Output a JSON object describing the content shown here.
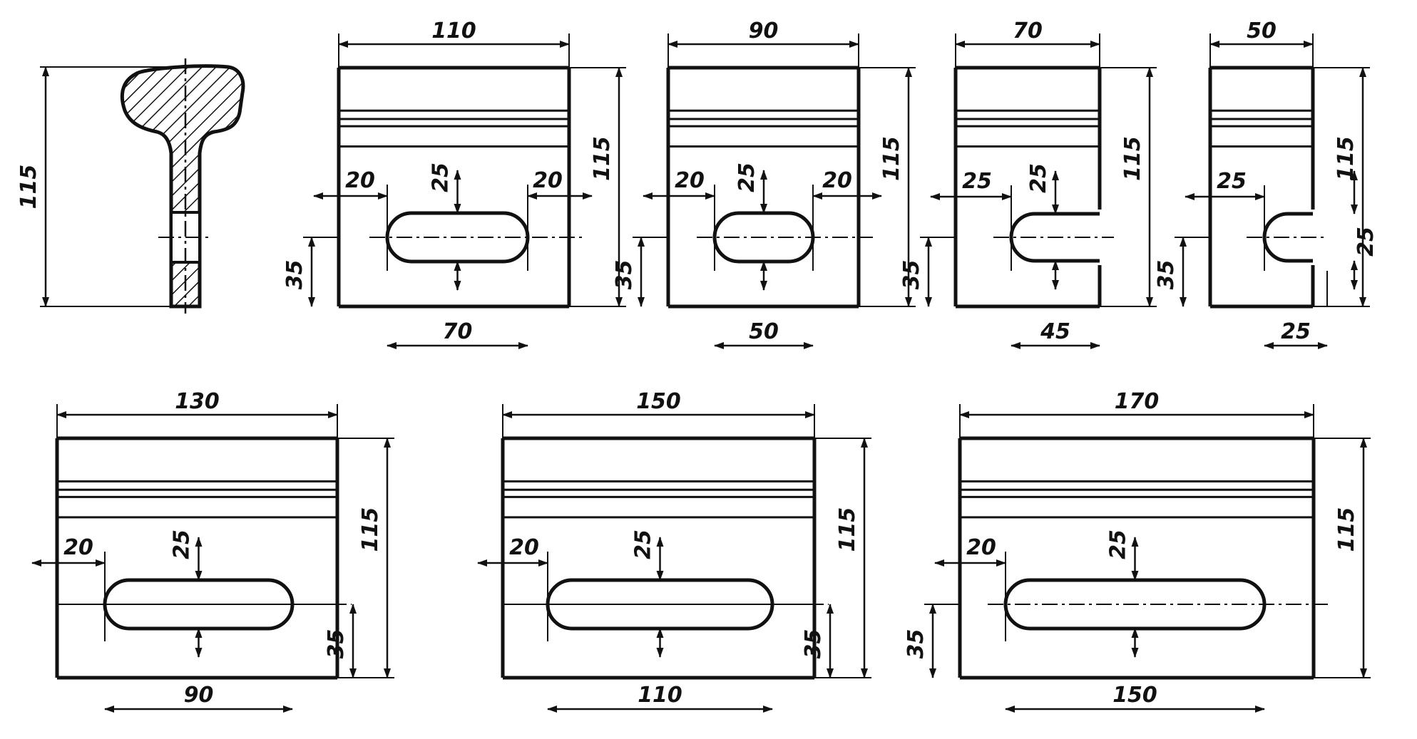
{
  "colors": {
    "ink": "#111111",
    "paper": "#ffffff"
  },
  "profile": {
    "height_label": "115"
  },
  "plates": [
    {
      "id": "plate-110",
      "width_label": "110",
      "height_label": "115",
      "left_margin_label": "20",
      "right_margin_label": "20",
      "slot_height_label": "25",
      "slot_offset_label": "35",
      "slot_length_label": "70",
      "slot_kind": "closed"
    },
    {
      "id": "plate-90",
      "width_label": "90",
      "height_label": "115",
      "left_margin_label": "20",
      "right_margin_label": "20",
      "slot_height_label": "25",
      "slot_offset_label": "35",
      "slot_length_label": "50",
      "slot_kind": "closed"
    },
    {
      "id": "plate-70",
      "width_label": "70",
      "height_label": "115",
      "left_margin_label": "25",
      "slot_height_label": "25",
      "slot_offset_label": "35",
      "slot_length_label": "45",
      "slot_kind": "open"
    },
    {
      "id": "plate-50",
      "width_label": "50",
      "height_label": "115",
      "left_margin_label": "25",
      "slot_height_label": "25",
      "slot_offset_label": "35",
      "slot_length_label": "25",
      "slot_kind": "open"
    },
    {
      "id": "plate-130",
      "width_label": "130",
      "height_label": "115",
      "left_margin_label": "20",
      "slot_height_label": "25",
      "slot_offset_label": "35",
      "slot_length_label": "90",
      "slot_kind": "closed"
    },
    {
      "id": "plate-150",
      "width_label": "150",
      "height_label": "115",
      "left_margin_label": "20",
      "slot_height_label": "25",
      "slot_offset_label": "35",
      "slot_length_label": "110",
      "slot_kind": "closed"
    },
    {
      "id": "plate-170",
      "width_label": "170",
      "height_label": "115",
      "left_margin_label": "20",
      "slot_height_label": "25",
      "slot_offset_label": "35",
      "slot_length_label": "150",
      "slot_kind": "closed"
    }
  ]
}
